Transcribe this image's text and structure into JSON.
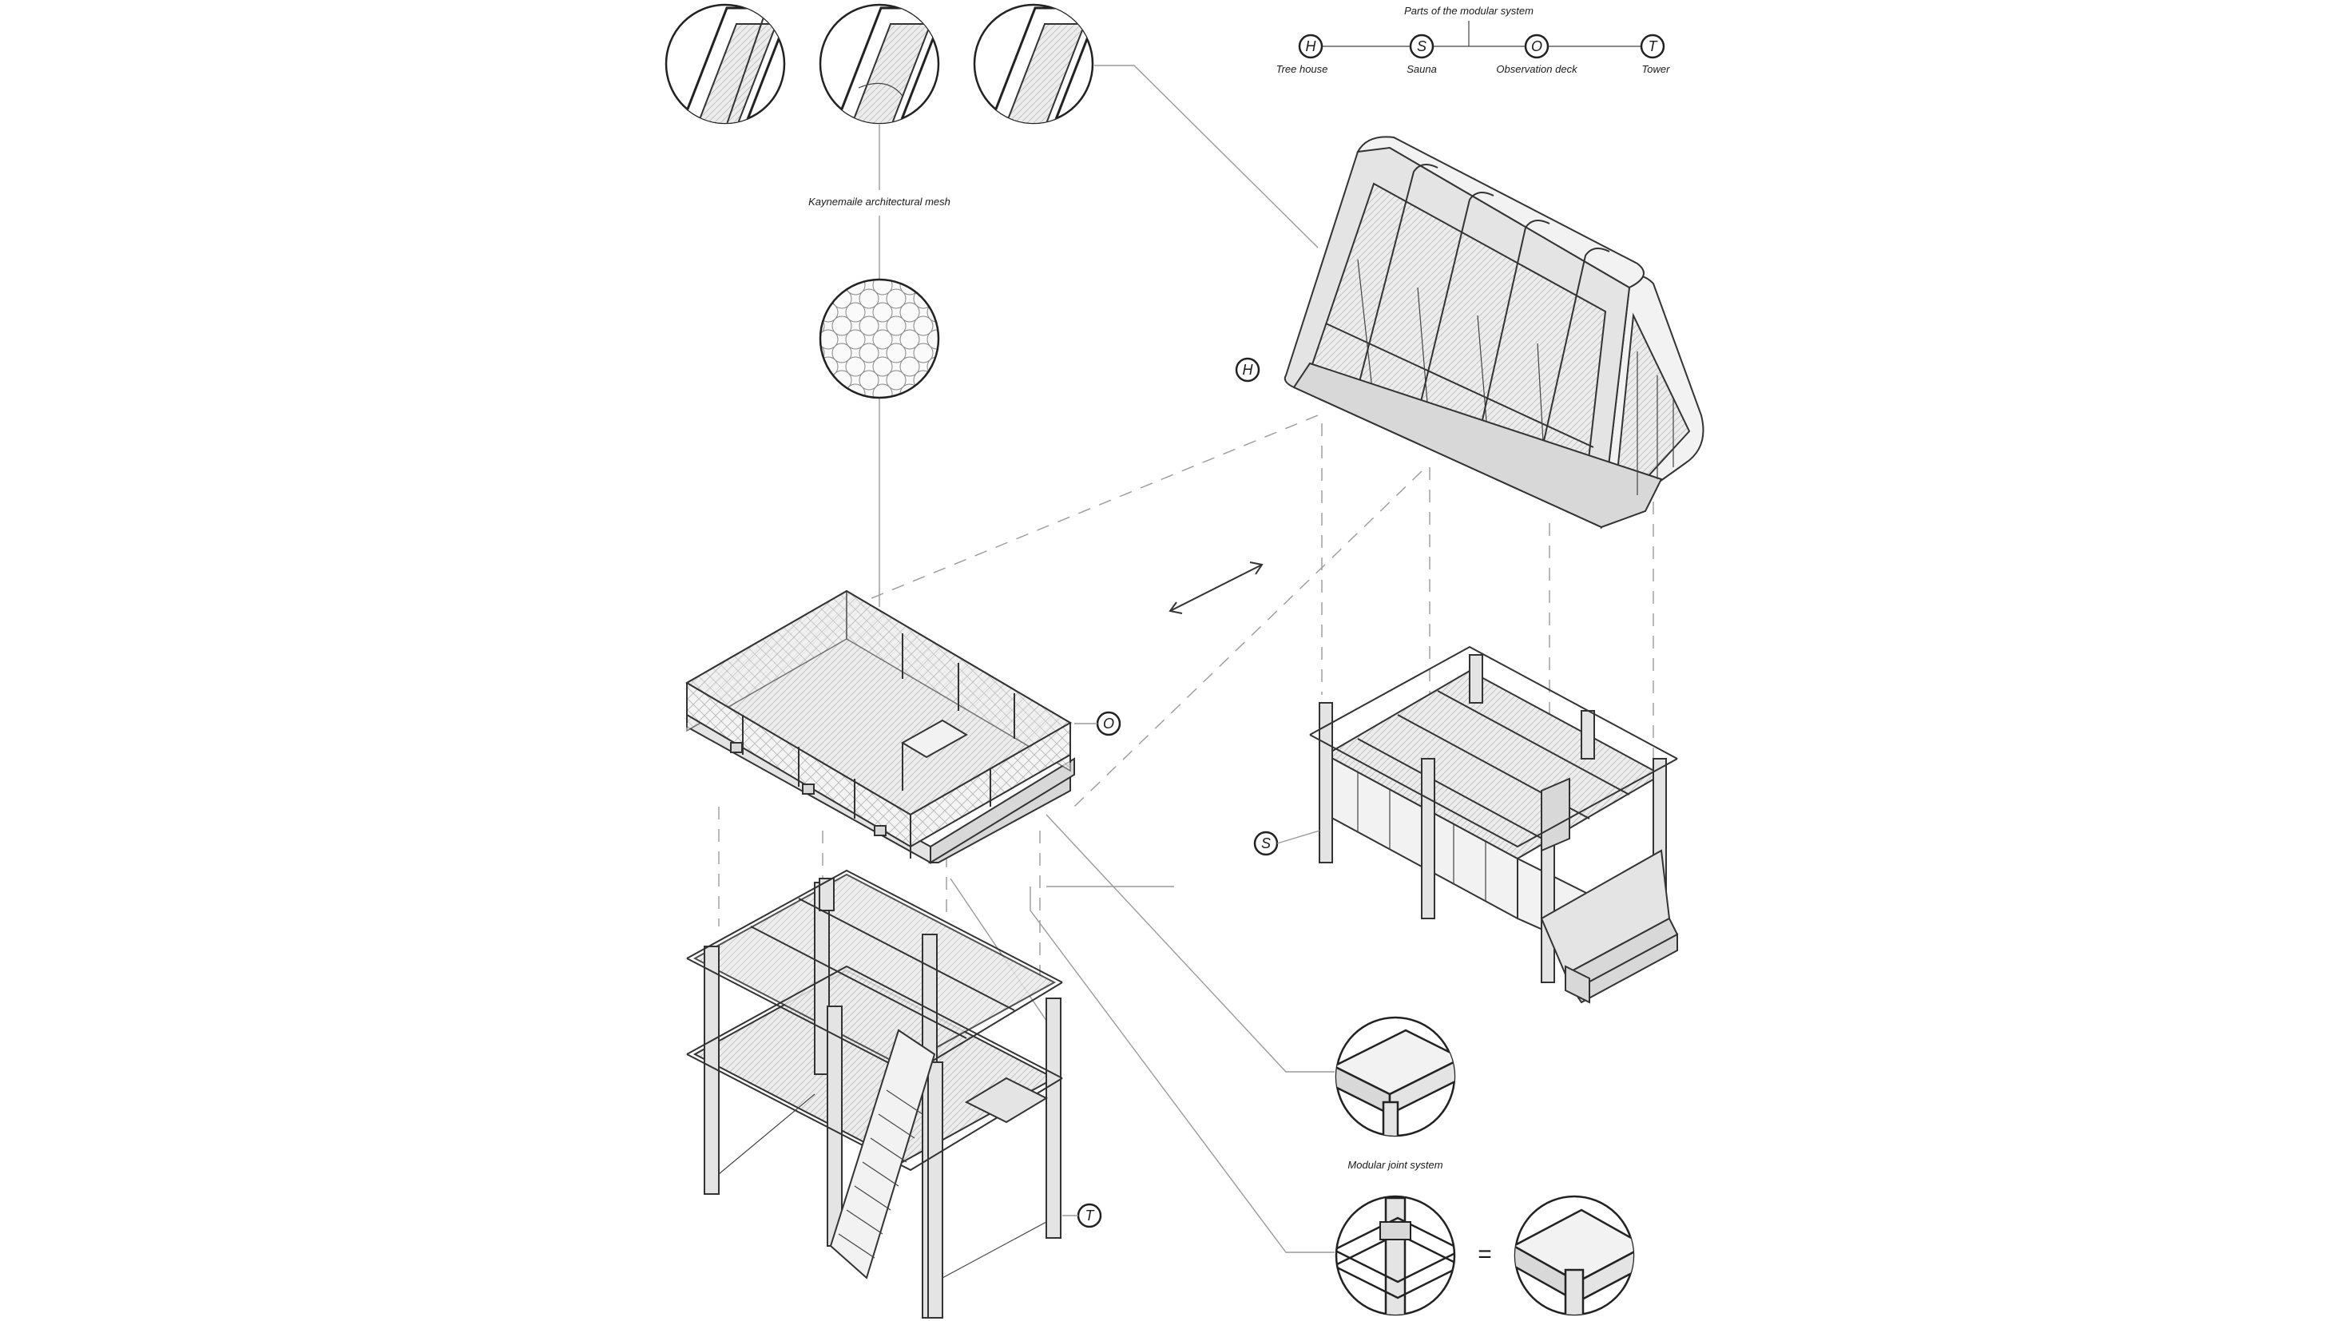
{
  "legend": {
    "title": "Parts of the modular system",
    "items": [
      {
        "letter": "H",
        "label": "Tree house"
      },
      {
        "letter": "S",
        "label": "Sauna"
      },
      {
        "letter": "O",
        "label": "Observation deck"
      },
      {
        "letter": "T",
        "label": "Tower"
      }
    ]
  },
  "labels": {
    "mesh": "Kaynemaile architectural mesh",
    "joint": "Modular joint system",
    "equals": "="
  },
  "tags": {
    "treehouse": "H",
    "sauna": "S",
    "deck": "O",
    "tower": "T"
  },
  "colors": {
    "line": "#333333",
    "leader": "#9a9a9a",
    "fill_light": "#f2f2f2",
    "fill_mid": "#e4e4e4"
  }
}
